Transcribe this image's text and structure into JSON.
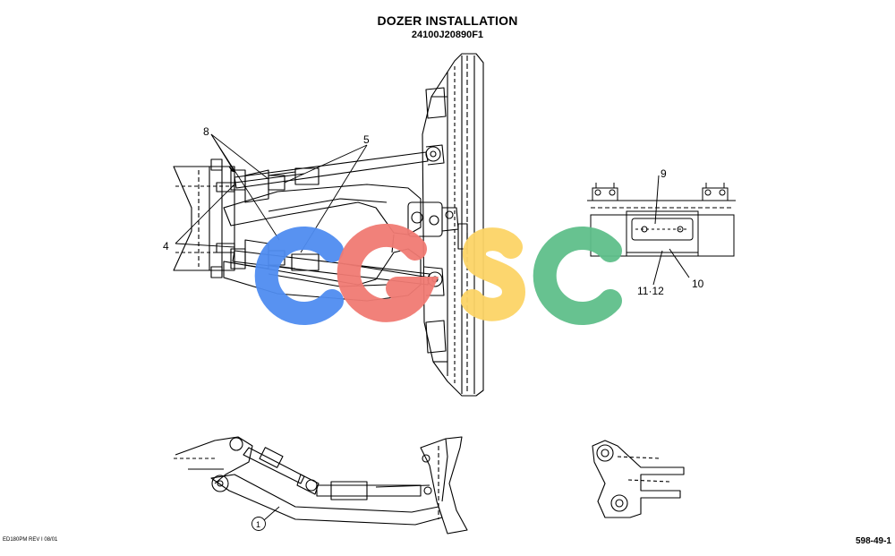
{
  "header": {
    "title": "DOZER INSTALLATION",
    "part_number": "24100J20890F1"
  },
  "callouts": {
    "c8": "8",
    "c5": "5",
    "c4": "4",
    "c9": "9",
    "c10": "10",
    "c11_12": "11·12",
    "c1": "1"
  },
  "footer": {
    "left": "ED180PM REV I   08/01",
    "right": "598-49-1"
  },
  "watermark": {
    "letters": [
      "C",
      "G",
      "S",
      "C"
    ],
    "colors": [
      "#4f8cf0",
      "#f07a73",
      "#fcd466",
      "#5fbf8a"
    ]
  }
}
